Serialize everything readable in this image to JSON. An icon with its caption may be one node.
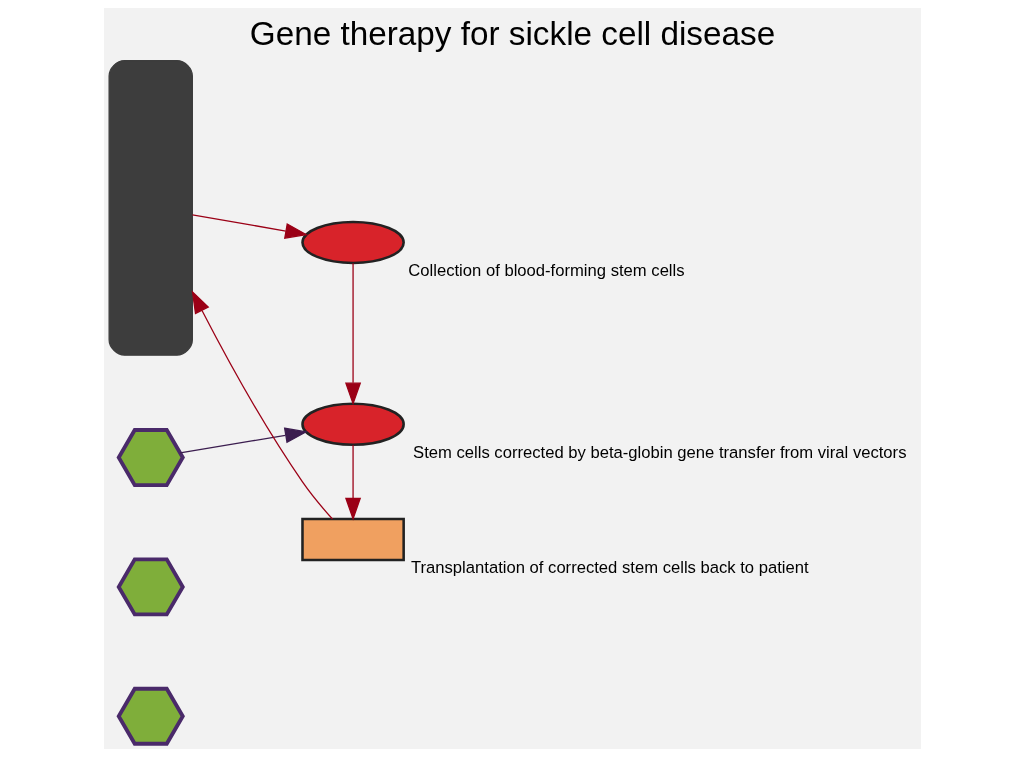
{
  "diagram": {
    "title": "Gene therapy for sickle cell disease",
    "nodes": [
      {
        "text": [],
        "shape": "person"
      },
      {
        "text": [],
        "shape": "circle",
        "beside": [
          "Collection of blood-forming stem cells"
        ]
      },
      {
        "text": [],
        "shape": "hexagon"
      },
      {
        "text": [],
        "shape": "hexagon"
      },
      {
        "text": [],
        "shape": "hexagon"
      },
      {
        "text": [],
        "shape": "circle",
        "beside": [
          "Stem cells corrected by beta-globin gene transfer from viral vectors"
        ]
      },
      {
        "text": [],
        "shape": "box",
        "beside": [
          "Transplantation of corrected stem cells back to patient"
        ]
      }
    ],
    "edges": [
      {
        "from": 0,
        "to": 1,
        "arrow": "to"
      },
      {
        "from": 1,
        "to": 5,
        "arrow": "to"
      },
      {
        "from": 2,
        "to": 5,
        "arrow": "to",
        "color": "#3b1d4f"
      },
      {
        "from": 5,
        "to": 6,
        "arrow": "to"
      },
      {
        "from": 6,
        "to": 0,
        "arrow": "to"
      }
    ]
  }
}
